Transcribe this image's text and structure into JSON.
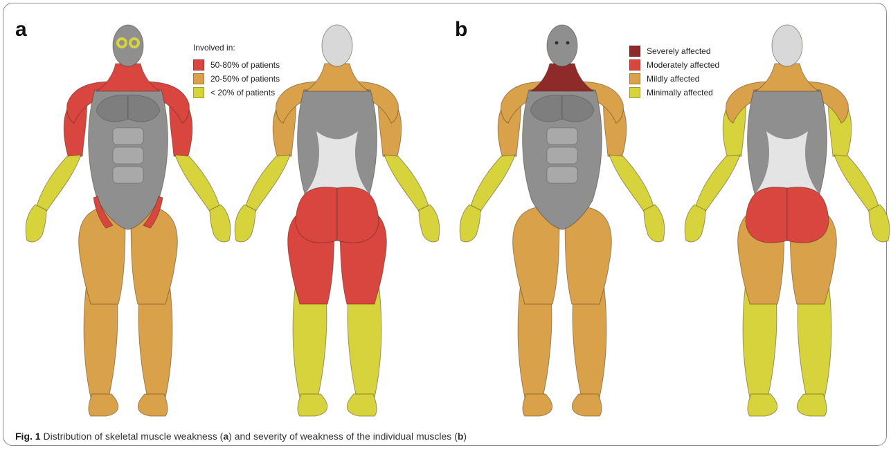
{
  "panels": {
    "a": {
      "letter": "a"
    },
    "b": {
      "letter": "b"
    }
  },
  "legend_a": {
    "title": "Involved in:",
    "items": [
      {
        "label": "50-80% of patients",
        "color": "#d9453f"
      },
      {
        "label": "20-50% of patients",
        "color": "#d9a14a"
      },
      {
        "label": "< 20% of patients",
        "color": "#d6d33c"
      }
    ]
  },
  "legend_b": {
    "items": [
      {
        "label": "Severely affected",
        "color": "#8e2a2a"
      },
      {
        "label": "Moderately affected",
        "color": "#d9453f"
      },
      {
        "label": "Mildly affected",
        "color": "#d9a14a"
      },
      {
        "label": "Minimally affected",
        "color": "#d6d33c"
      }
    ]
  },
  "caption": {
    "fig_label": "Fig. 1",
    "text_1": " Distribution of skeletal muscle weakness (",
    "bold_1": "a",
    "text_2": ") and severity of weakness of the individual muscles (",
    "bold_2": "b",
    "text_3": ")"
  },
  "colors": {
    "grey_muscle": "#8f8f8f",
    "light_grey": "#d8d8d8",
    "red": "#d9453f",
    "dark_red": "#8e2a2a",
    "orange": "#d9a14a",
    "yellow": "#d6d33c"
  },
  "figures": [
    {
      "panel": "a",
      "view": "front",
      "head": "grey",
      "face_ring": "yellow",
      "neck": "red",
      "shoulders": "red",
      "upper_arms": "red",
      "forearms": "yellow",
      "trunk": "grey",
      "hip_flank": "red",
      "thighs": "orange",
      "lower_legs": "orange",
      "feet": "orange"
    },
    {
      "panel": "a",
      "view": "back",
      "head": "light",
      "neck": "orange",
      "shoulders": "orange",
      "upper_arms": "orange",
      "forearms": "yellow",
      "trunk": "grey",
      "glutes": "red",
      "thighs": "red",
      "lower_legs": "yellow",
      "feet": "yellow"
    },
    {
      "panel": "b",
      "view": "front",
      "head": "grey",
      "neck": "dark_red",
      "shoulders": "orange",
      "upper_arms": "orange",
      "forearms": "yellow",
      "trunk": "grey",
      "thighs": "orange",
      "lower_legs": "orange",
      "feet": "orange"
    },
    {
      "panel": "b",
      "view": "back",
      "head": "light",
      "neck": "orange",
      "shoulders": "orange",
      "upper_arms": "yellow",
      "forearms": "yellow",
      "trunk": "grey",
      "glutes": "red",
      "thighs": "orange",
      "lower_legs": "yellow",
      "feet": "yellow"
    }
  ]
}
